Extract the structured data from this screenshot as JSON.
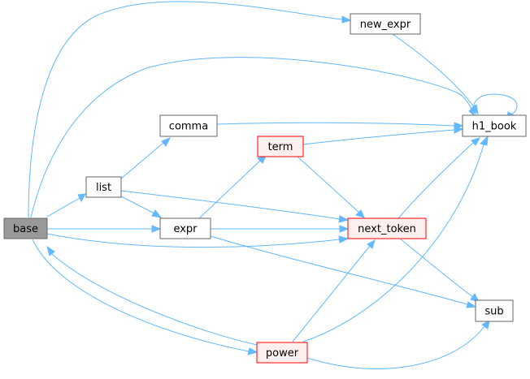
{
  "diagram": {
    "nodes": {
      "base": {
        "label": "base",
        "style": "current"
      },
      "new_expr": {
        "label": "new_expr",
        "style": "normal"
      },
      "comma": {
        "label": "comma",
        "style": "normal"
      },
      "h1_book": {
        "label": "h1_book",
        "style": "normal"
      },
      "term": {
        "label": "term",
        "style": "highlight"
      },
      "list": {
        "label": "list",
        "style": "normal"
      },
      "expr": {
        "label": "expr",
        "style": "normal"
      },
      "next_token": {
        "label": "next_token",
        "style": "highlight"
      },
      "sub": {
        "label": "sub",
        "style": "normal"
      },
      "power": {
        "label": "power",
        "style": "highlight"
      }
    },
    "edges": [
      [
        "base",
        "new_expr"
      ],
      [
        "base",
        "h1_book"
      ],
      [
        "base",
        "list"
      ],
      [
        "base",
        "expr"
      ],
      [
        "base",
        "next_token"
      ],
      [
        "base",
        "power"
      ],
      [
        "new_expr",
        "h1_book"
      ],
      [
        "h1_book",
        "h1_book"
      ],
      [
        "list",
        "comma"
      ],
      [
        "list",
        "expr"
      ],
      [
        "list",
        "next_token"
      ],
      [
        "comma",
        "h1_book"
      ],
      [
        "expr",
        "term"
      ],
      [
        "expr",
        "next_token"
      ],
      [
        "expr",
        "sub"
      ],
      [
        "term",
        "h1_book"
      ],
      [
        "term",
        "next_token"
      ],
      [
        "next_token",
        "h1_book"
      ],
      [
        "next_token",
        "sub"
      ],
      [
        "power",
        "base"
      ],
      [
        "power",
        "next_token"
      ],
      [
        "power",
        "h1_book"
      ],
      [
        "power",
        "sub"
      ]
    ]
  },
  "colors": {
    "edge": "#63b8ff",
    "node_normal_fill": "#ffffff",
    "node_normal_stroke": "#666666",
    "node_current_fill": "#999999",
    "node_current_stroke": "#666666",
    "node_highlight_fill": "#fff0f0",
    "node_highlight_stroke": "#ff0000"
  }
}
